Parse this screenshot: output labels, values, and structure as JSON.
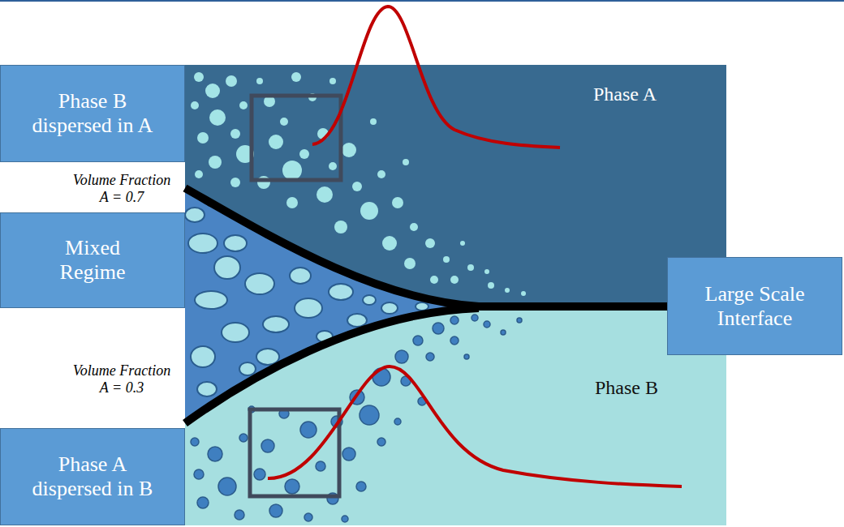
{
  "diagram": {
    "nodes": [
      {
        "text": [
          "Phase B dispersed in A"
        ]
      },
      {
        "text": [
          "Mixed Regime"
        ]
      },
      {
        "text": [
          "Phase A dispersed in B"
        ]
      },
      {
        "text": [
          "Large Scale Interface"
        ]
      }
    ],
    "labels": [
      "Volume Fraction A = 0.7",
      "Phase A",
      "Volume Fraction A = 0.3",
      "Phase B"
    ]
  }
}
